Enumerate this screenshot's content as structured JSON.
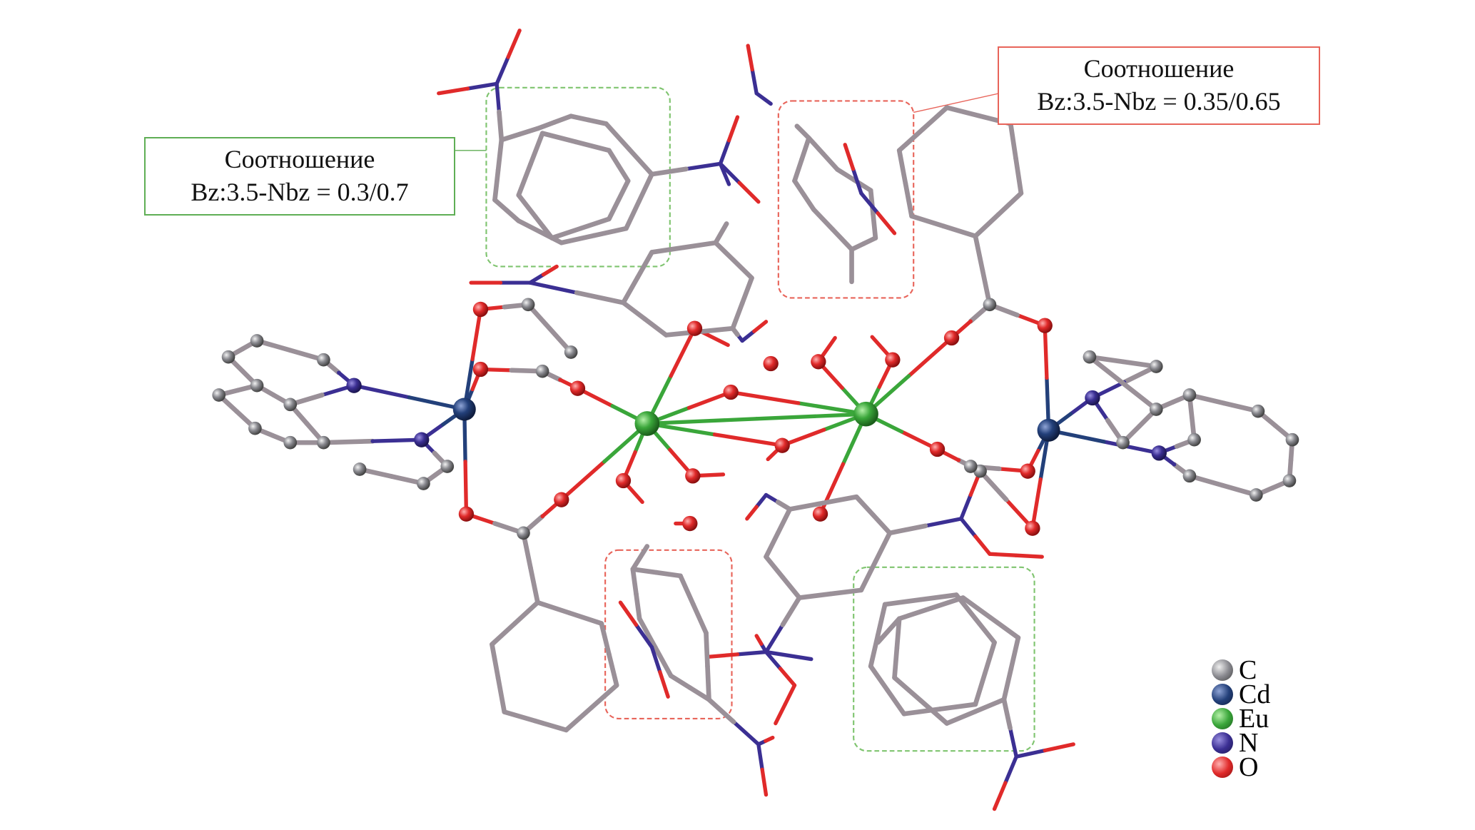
{
  "labels": {
    "left": {
      "line1": "Соотношение",
      "line2": "Bz:3.5-Nbz = 0.3/0.7"
    },
    "right": {
      "line1": "Соотношение",
      "line2": "Bz:3.5-Nbz = 0.35/0.65"
    }
  },
  "legend": [
    {
      "symbol": "C",
      "color": "#8a8a90"
    },
    {
      "symbol": "Cd",
      "color": "#23407a"
    },
    {
      "symbol": "Eu",
      "color": "#3aa63a"
    },
    {
      "symbol": "N",
      "color": "#3b2f93"
    },
    {
      "symbol": "O",
      "color": "#e02a2a"
    }
  ],
  "colors": {
    "green_box": "#5fae55",
    "red_box": "#e8645a"
  }
}
